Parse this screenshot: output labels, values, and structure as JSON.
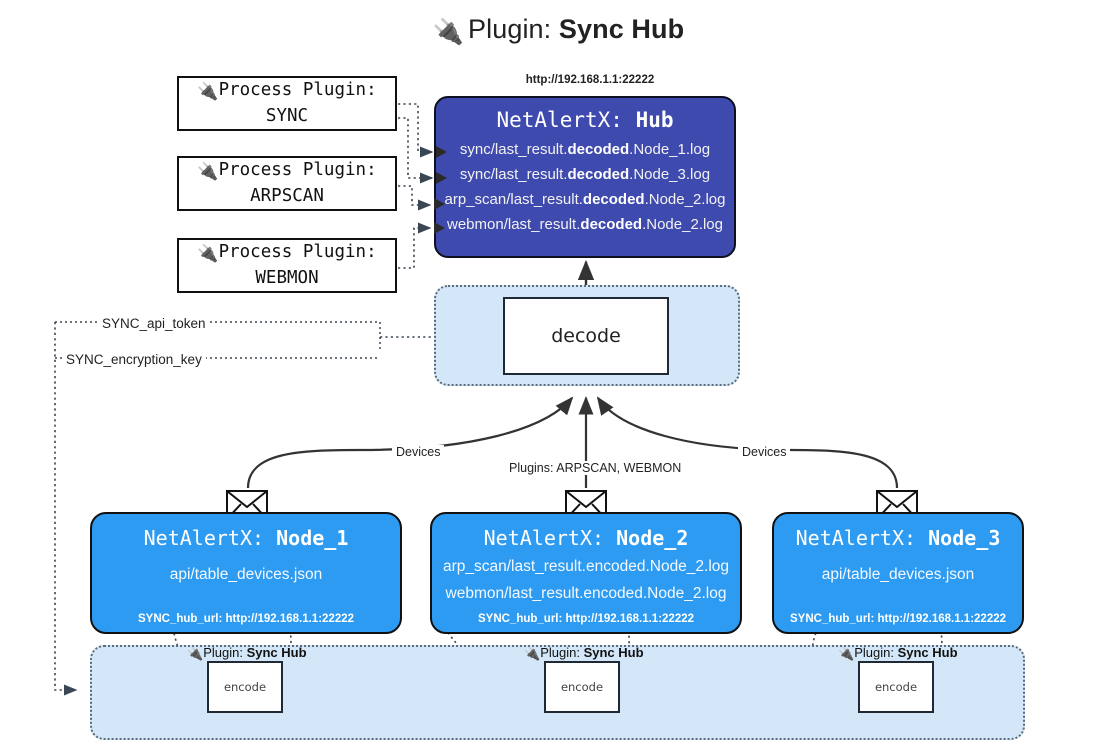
{
  "title": {
    "icon": "plug-icon",
    "prefix": "Plugin:",
    "name": "Sync Hub"
  },
  "process_plugins": [
    {
      "icon": "plug-icon",
      "line1": "Process Plugin:",
      "line2": "SYNC"
    },
    {
      "icon": "plug-icon",
      "line1": "Process Plugin:",
      "line2": "ARPSCAN"
    },
    {
      "icon": "plug-icon",
      "line1": "Process Plugin:",
      "line2": "WEBMON"
    }
  ],
  "hub": {
    "url": "http://192.168.1.1:22222",
    "title_prefix": "NetAlertX:",
    "title_name": "Hub",
    "logs": [
      {
        "pre": "sync/last_result.",
        "em": "decoded",
        "post": ".Node_1.log"
      },
      {
        "pre": "sync/last_result.",
        "em": "decoded",
        "post": ".Node_3.log"
      },
      {
        "pre": "arp_scan/last_result.",
        "em": "decoded",
        "post": ".Node_2.log"
      },
      {
        "pre": "webmon/last_result.",
        "em": "decoded",
        "post": ".Node_2.log"
      }
    ]
  },
  "decode": {
    "label": "decode"
  },
  "tokens": {
    "api_token": "SYNC_api_token",
    "encryption_key": "SYNC_encryption_key"
  },
  "edge_labels": {
    "devices_left": "Devices",
    "devices_right": "Devices",
    "plugins_center": "Plugins: ARPSCAN, WEBMON"
  },
  "nodes": [
    {
      "title_prefix": "NetAlertX:",
      "title_name": "Node_1",
      "lines": [
        "api/table_devices.json"
      ],
      "footer": "SYNC_hub_url: http://192.168.1.1:22222",
      "envelope_icon": "envelope-icon"
    },
    {
      "title_prefix": "NetAlertX:",
      "title_name": "Node_2",
      "lines": [
        "arp_scan/last_result.encoded.Node_2.log",
        "webmon/last_result.encoded.Node_2.log"
      ],
      "footer": "SYNC_hub_url: http://192.168.1.1:22222",
      "envelope_icon": "envelope-icon"
    },
    {
      "title_prefix": "NetAlertX:",
      "title_name": "Node_3",
      "lines": [
        "api/table_devices.json"
      ],
      "footer": "SYNC_hub_url: http://192.168.1.1:22222",
      "envelope_icon": "envelope-icon"
    }
  ],
  "encoders": [
    {
      "icon": "plug-icon",
      "prefix": "Plugin:",
      "name": "Sync Hub",
      "box_label": "encode"
    },
    {
      "icon": "plug-icon",
      "prefix": "Plugin:",
      "name": "Sync Hub",
      "box_label": "encode"
    },
    {
      "icon": "plug-icon",
      "prefix": "Plugin:",
      "name": "Sync Hub",
      "box_label": "encode"
    }
  ],
  "colors": {
    "hub_fill": "#3f4aae",
    "node_fill": "#2e9bf2",
    "container_fill": "#d4e7f8",
    "line": "#333333"
  }
}
